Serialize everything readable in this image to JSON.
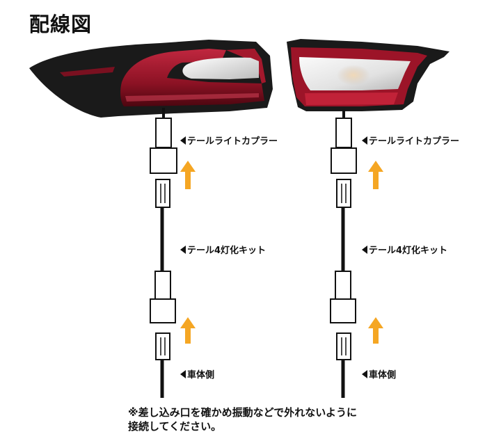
{
  "title": "配線図",
  "columns": [
    {
      "name": "left",
      "coupler_label": "テールライトカプラー",
      "kit_label": "テール4灯化キット",
      "vehicle_label": "車体側"
    },
    {
      "name": "right",
      "coupler_label": "テールライトカプラー",
      "kit_label": "テール4灯化キット",
      "vehicle_label": "車体側"
    }
  ],
  "note": {
    "line1": "※差し込み口を確かめ振動などで外れないように",
    "line2": "接続してください。"
  },
  "colors": {
    "arrow": "#f5a623",
    "lamp_red": "#9c1428",
    "lamp_dark": "#1a1a1a",
    "wire": "#111111"
  }
}
